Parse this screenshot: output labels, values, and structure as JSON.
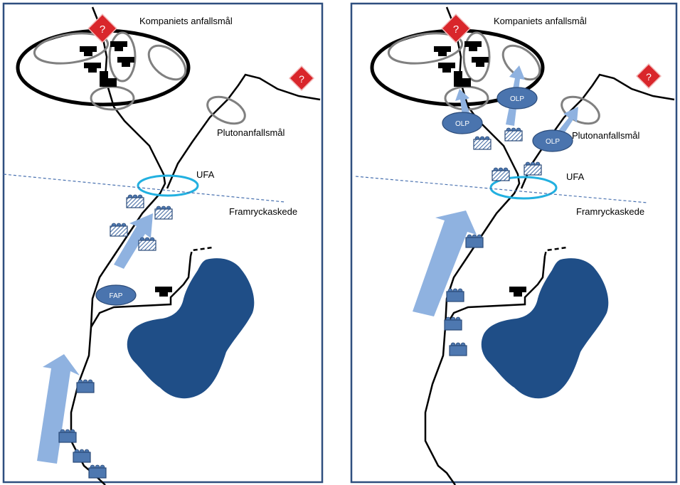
{
  "panels": [
    {
      "id": "left",
      "company_objective": "Kompaniets anfallsmål",
      "platoon_objective": "Plutonanfallsmål",
      "ufa": "UFA",
      "advance_phase": "Framryckaskede",
      "points": [
        {
          "label": "FAP"
        }
      ],
      "unknown_marker": "?"
    },
    {
      "id": "right",
      "company_objective": "Kompaniets anfallsmål",
      "platoon_objective": "Plutonanfallsmål",
      "ufa": "UFA",
      "advance_phase": "Framryckaskede",
      "points": [
        {
          "label": "OLP"
        },
        {
          "label": "OLP"
        },
        {
          "label": "OLP"
        }
      ],
      "unknown_marker": "?"
    }
  ],
  "colors": {
    "panel_border": "#2f4f7f",
    "lake": "#1f4e87",
    "unit_fill": "#4e78b0",
    "unit_stroke": "#2a4a78",
    "arrow": "#8fb2e0",
    "ufa_ring": "#22b0e0",
    "phase_line": "#4a72b0",
    "point_fill": "#4a74ae",
    "unknown_fill": "#d9262b",
    "objective_ring": "#808080"
  }
}
